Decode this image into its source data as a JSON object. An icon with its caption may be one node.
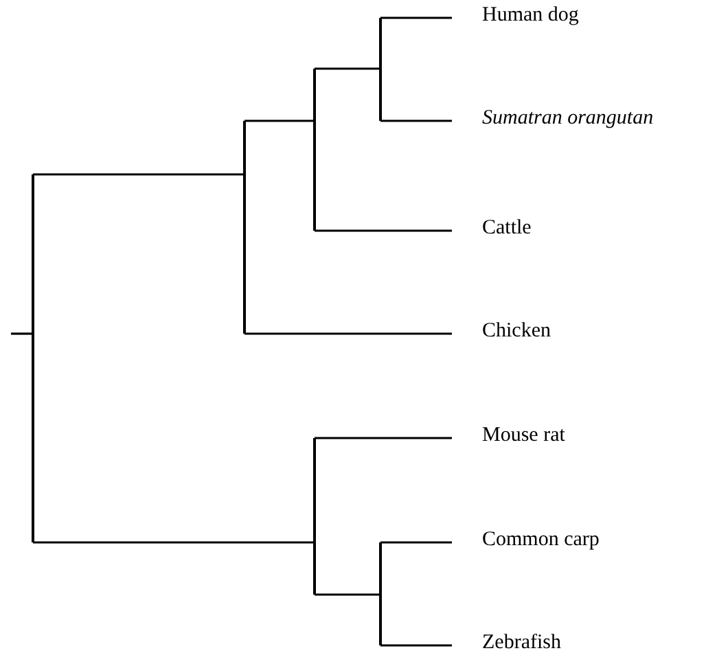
{
  "diagram": {
    "nodes": [
      {
        "text": [],
        "shape": "junction"
      },
      {
        "text": [],
        "shape": "junction"
      },
      {
        "text": [],
        "shape": "junction"
      },
      {
        "text": [],
        "shape": "junction"
      },
      {
        "text": [
          "Human dog"
        ]
      },
      {
        "text": [
          "Sumatran orangutan"
        ]
      },
      {
        "text": [
          "Cattle"
        ]
      },
      {
        "text": [
          "Chicken"
        ]
      },
      {
        "text": [],
        "shape": "junction"
      },
      {
        "text": [
          "Mouse rat"
        ]
      },
      {
        "text": [],
        "shape": "junction"
      },
      {
        "text": [
          "Common carp"
        ]
      },
      {
        "text": [
          "Zebrafish"
        ]
      }
    ],
    "edges": [
      {
        "from": null,
        "to": 0,
        "arrow": "none"
      },
      {
        "from": 0,
        "to": 1,
        "arrow": "none"
      },
      {
        "from": 0,
        "to": 8,
        "arrow": "none"
      },
      {
        "from": 1,
        "to": 2,
        "arrow": "none"
      },
      {
        "from": 1,
        "to": 7,
        "arrow": "none"
      },
      {
        "from": 2,
        "to": 3,
        "arrow": "none"
      },
      {
        "from": 2,
        "to": 6,
        "arrow": "none"
      },
      {
        "from": 3,
        "to": 4,
        "arrow": "none"
      },
      {
        "from": 3,
        "to": 5,
        "arrow": "none"
      },
      {
        "from": 8,
        "to": 9,
        "arrow": "none"
      },
      {
        "from": 8,
        "to": 10,
        "arrow": "none"
      },
      {
        "from": 10,
        "to": 11,
        "arrow": "none"
      },
      {
        "from": 10,
        "to": 12,
        "arrow": "none"
      }
    ]
  }
}
